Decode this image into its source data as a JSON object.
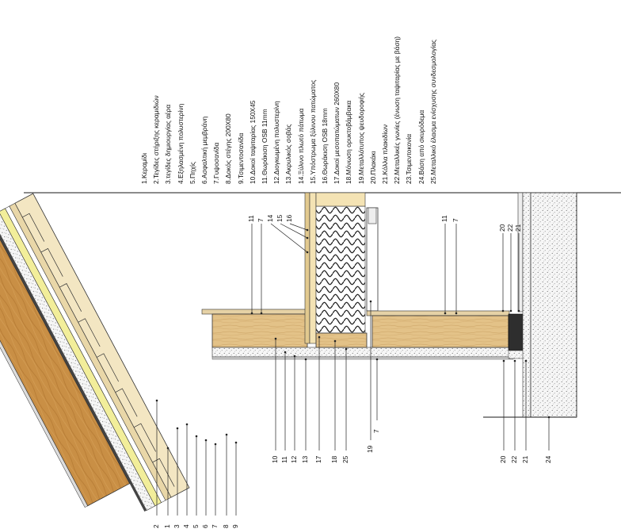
{
  "legend": {
    "items": [
      "1.Κεραμίδι",
      "2.Τεγίδες στήριξης κεραμιδιών",
      "3.τεγίδες δημιουργίας αέρα",
      "4.Εξηλασμένη πολυστερίνη",
      "5.Πηχίς",
      "6.Ασφαλτική μεμβράνη",
      "7.Γυψοσανίδα",
      "8.Δοκός στέγης 200Χ80",
      "9.Τσιμεντοσανίδα",
      "10.Δοκοί ταψιταρίας 150Χ45",
      "11.Θωράκιση OSB 11mm",
      "12.Διογκωμένη πολυστερίνη",
      "13.Ακρυλικός σοβάς",
      "14.Ξύλινο πλωτό πάτωμα",
      "15.Υπόστρωμα ξύλινου πατώματος",
      "16.Θωράκιση OSB 18mm",
      "17.Δοκοί μεσοπατώματων 260Χ80",
      "18.Μόνωση ορυκτοβάμβακα",
      "19.Μεταλλότυπος ψευδοροφής",
      "20.Πλακάκι",
      "21.Κόλλα πλακιδίων",
      "22.Μεταλλικές γωνίες (ένωση ταψιταρίας με βάση)",
      "23.Τσιμεντοκονία",
      "24.Βάση από σκυρόδεμα",
      "25.Μεταλλικό έλασμα ενίσχυσης συνδεσμολογίας"
    ]
  },
  "callouts": {
    "top": [
      {
        "label": "11"
      },
      {
        "label": "7"
      },
      {
        "label": "14"
      },
      {
        "label": "15"
      },
      {
        "label": "16"
      },
      {
        "label": "11"
      },
      {
        "label": "7"
      },
      {
        "label": "20"
      },
      {
        "label": "22"
      },
      {
        "label": "21"
      }
    ],
    "bottom": [
      {
        "label": "2"
      },
      {
        "label": "1"
      },
      {
        "label": "3"
      },
      {
        "label": "4"
      },
      {
        "label": "5"
      },
      {
        "label": "6"
      },
      {
        "label": "7"
      },
      {
        "label": "8"
      },
      {
        "label": "9"
      },
      {
        "label": "10"
      },
      {
        "label": "11"
      },
      {
        "label": "12"
      },
      {
        "label": "13"
      },
      {
        "label": "17"
      },
      {
        "label": "18"
      },
      {
        "label": "25"
      },
      {
        "label": "19"
      },
      {
        "label": "7"
      },
      {
        "label": "20"
      },
      {
        "label": "22"
      },
      {
        "label": "21"
      },
      {
        "label": "24"
      }
    ]
  },
  "colors": {
    "wood_light": "#e6c98f",
    "wood_dark": "#c9913f",
    "roof_tile": "#f3e6c2",
    "insulation_yellow": "#f2ee9a",
    "concrete": "#f4f4f4",
    "tile_dark": "#3a3a3a",
    "line": "#1a1a1a"
  }
}
